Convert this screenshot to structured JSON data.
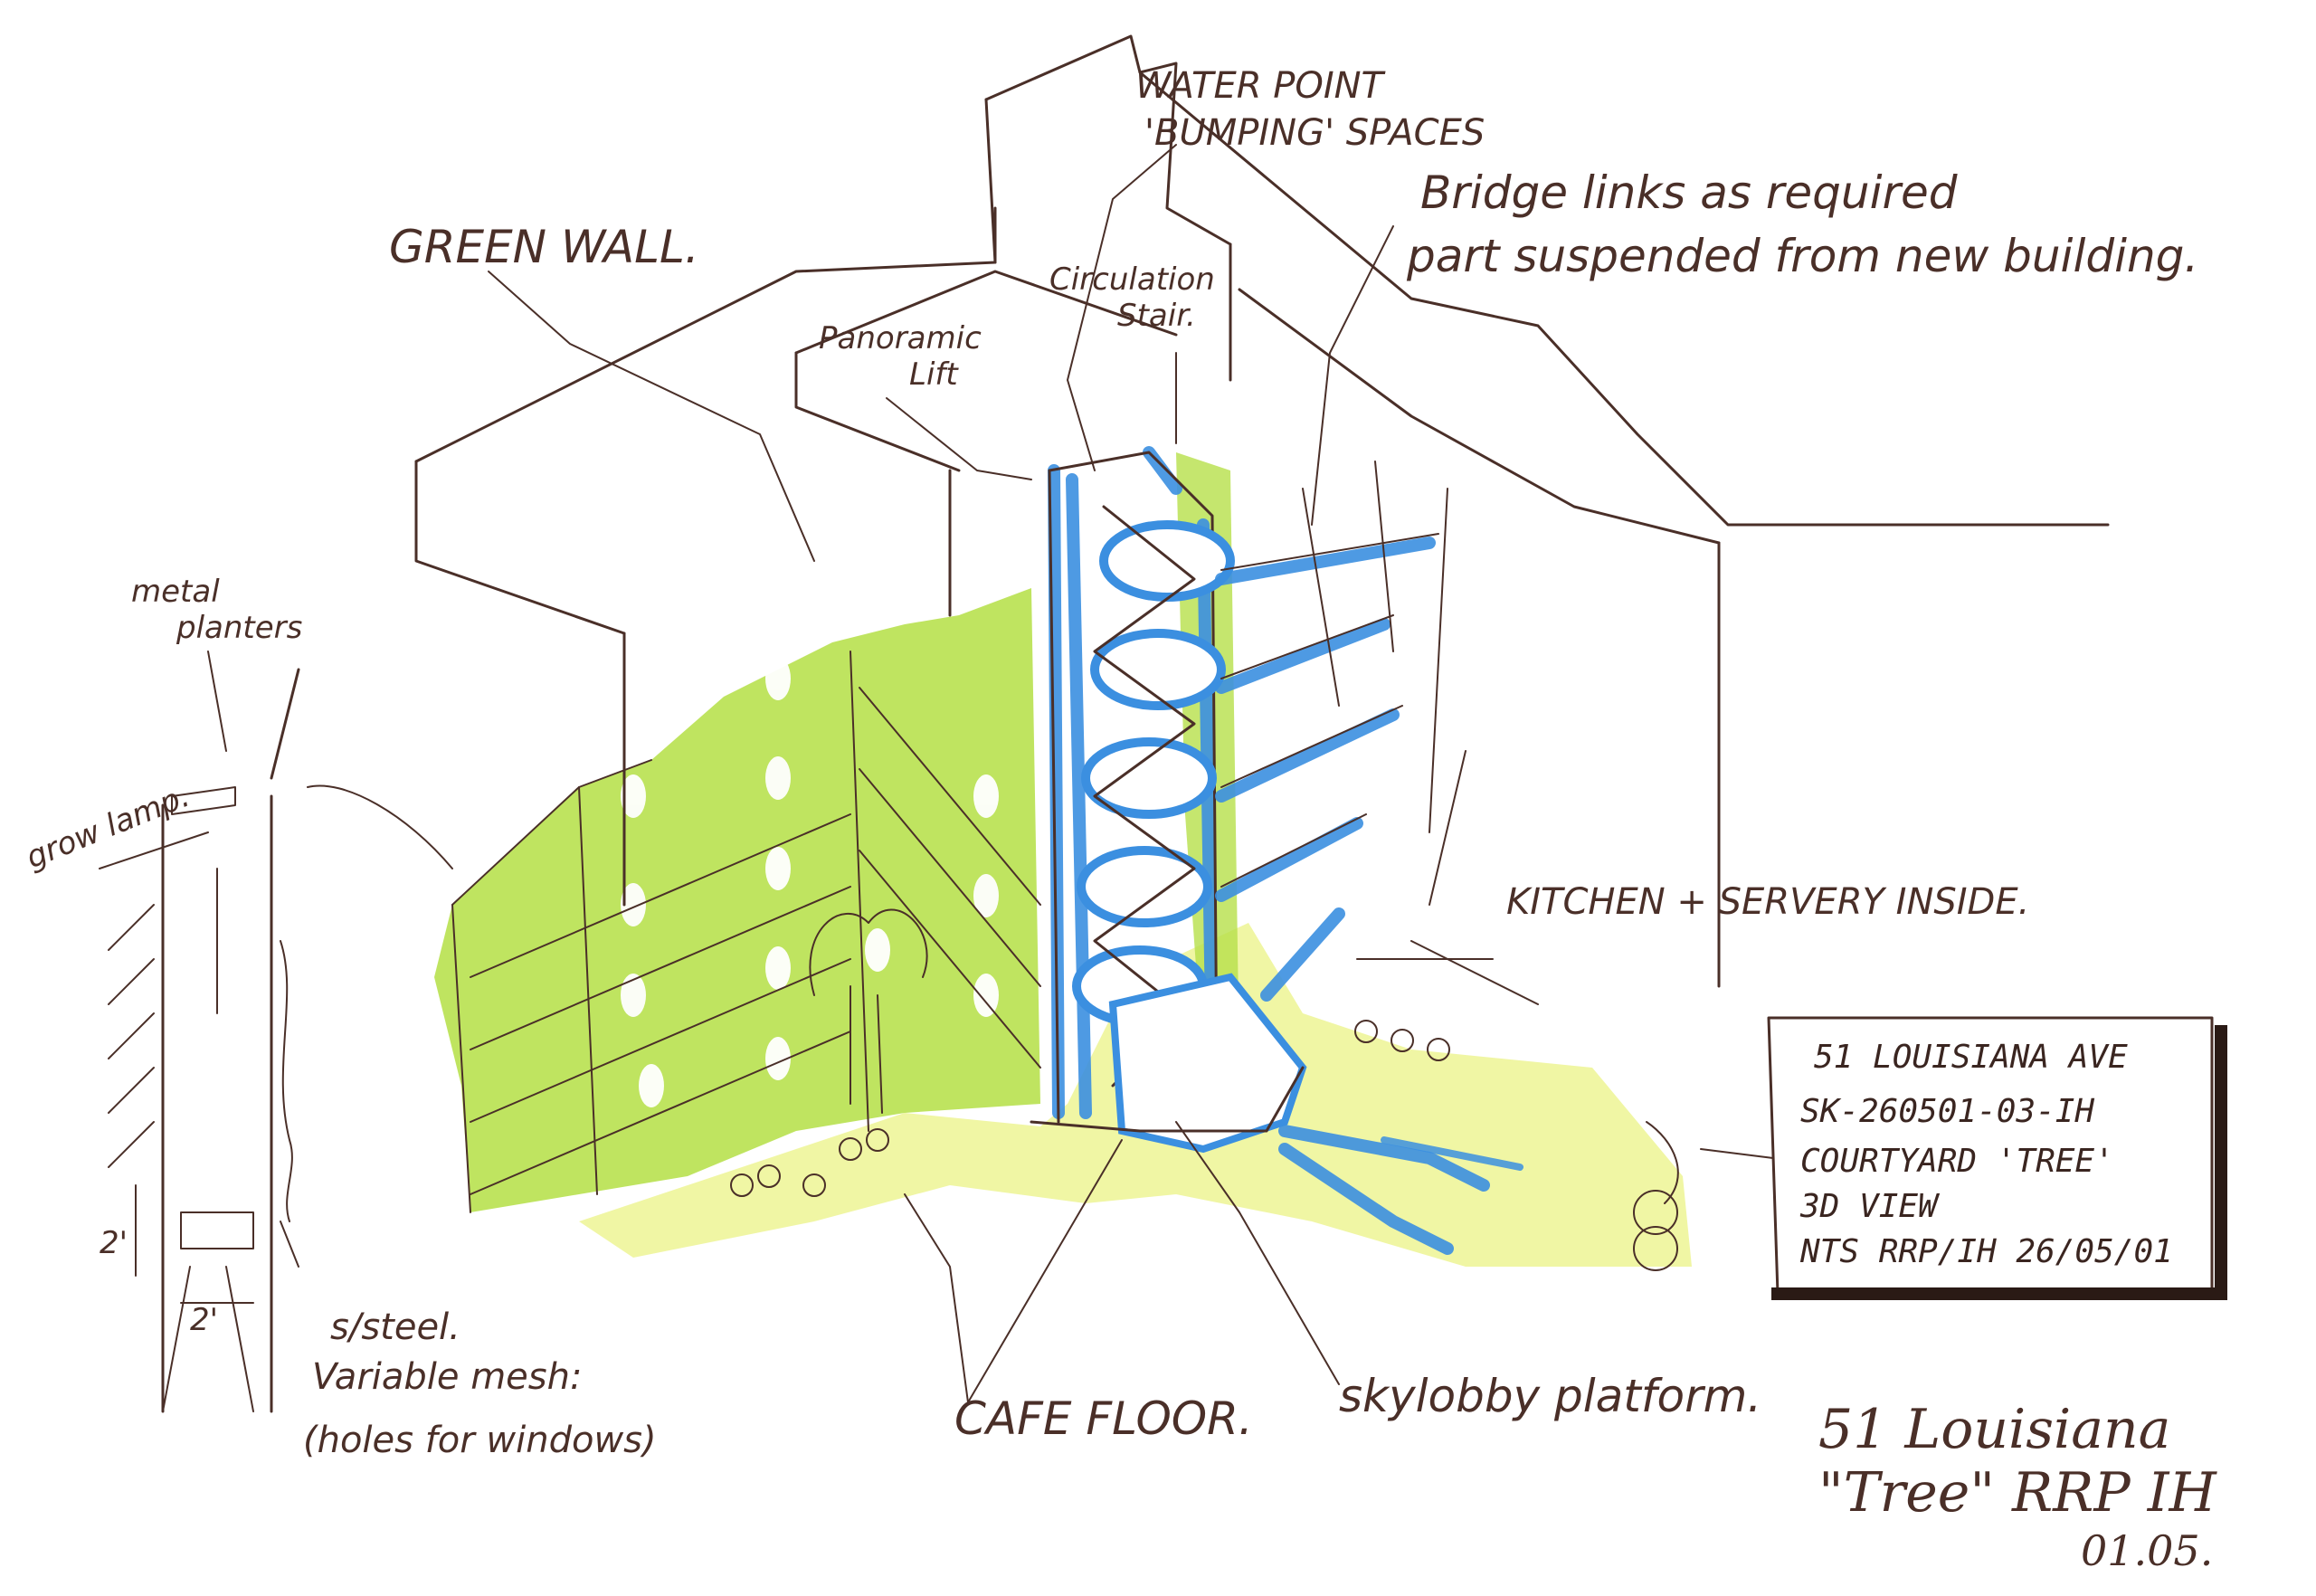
{
  "colors": {
    "ink": "#4a2f28",
    "green_wall": "#b6e04a",
    "floor_yellow": "#eef59a",
    "structure_blue": "#3b8fe0",
    "title_block_border": "#2a1a15"
  },
  "labels": {
    "water_point_1": "WATER POINT",
    "water_point_2": "'BUMPING' SPACES",
    "green_wall": "GREEN WALL.",
    "circulation_1": "Circulation",
    "circulation_2": "Stair.",
    "panoramic_1": "Panoramic",
    "panoramic_2": "Lift",
    "bridge_1": "Bridge links as required",
    "bridge_2": "part suspended from new building.",
    "metal_planters_1": "metal",
    "metal_planters_2": "planters",
    "grow_lamp": "grow lamp.",
    "kitchen": "KITCHEN + SERVERY INSIDE.",
    "steel_1": "s/steel.",
    "steel_2": "Variable mesh:",
    "steel_3": "(holes for windows)",
    "cafe_floor": "CAFE FLOOR.",
    "skylobby": "skylobby platform.",
    "dim_height": "2'",
    "dim_width": "2'"
  },
  "title_block": {
    "line1": "51 LOUISIANA AVE",
    "line2": "SK-260501-03-IH",
    "line3": "COURTYARD 'TREE'",
    "line4": "3D VIEW",
    "line5": "NTS  RRP/IH  26/05/01"
  },
  "signature": {
    "line1": "51 Louisiana",
    "line2": "\"Tree\"  RRP IH",
    "line3": "01.05."
  }
}
